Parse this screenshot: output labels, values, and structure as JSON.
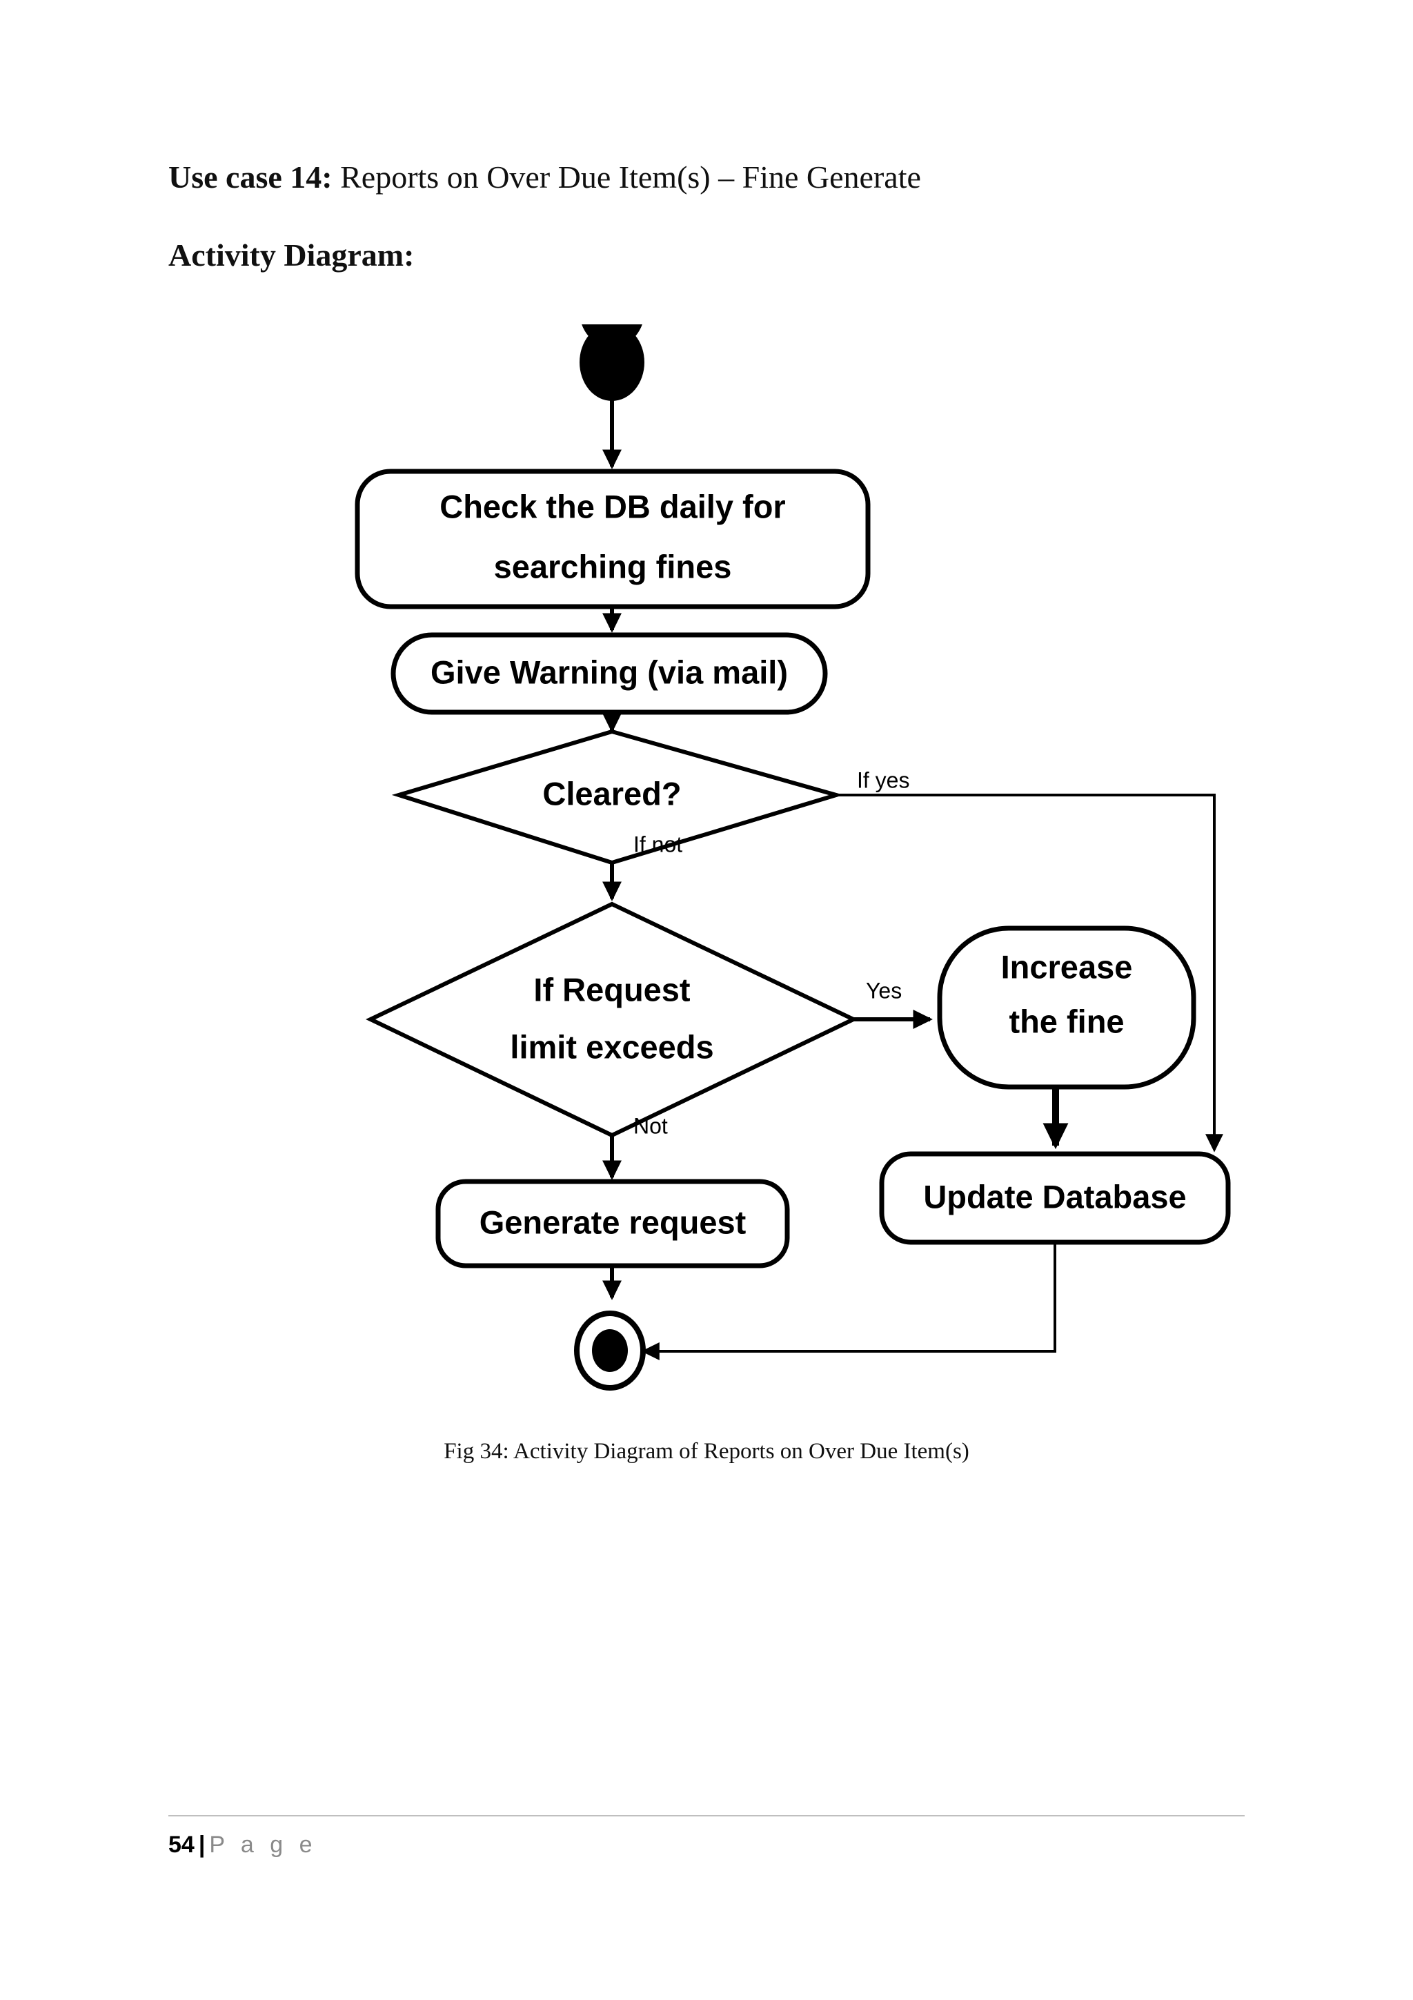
{
  "document": {
    "heading": {
      "usecase_label": "Use case 14:",
      "usecase_title": " Reports on Over Due Item(s) – Fine Generate",
      "section_label": "Activity Diagram:"
    },
    "figure": {
      "caption": "Fig 34: Activity Diagram of Reports on Over Due Item(s)"
    },
    "footer": {
      "page_number": "54",
      "separator": "|",
      "page_word": "P a g e"
    }
  },
  "diagram": {
    "type": "activity-diagram",
    "title": "Activity Diagram of Reports on Over Due Item(s)",
    "nodes": [
      {
        "id": "start",
        "kind": "initial-node",
        "label": ""
      },
      {
        "id": "check_db",
        "kind": "action",
        "label_line1": "Check the DB daily for",
        "label_line2": "searching fines"
      },
      {
        "id": "warning",
        "kind": "action",
        "label": "Give Warning (via mail)"
      },
      {
        "id": "cleared",
        "kind": "decision",
        "label": "Cleared?"
      },
      {
        "id": "req_limit",
        "kind": "decision",
        "label_line1": "If Request",
        "label_line2": "limit exceeds"
      },
      {
        "id": "increase",
        "kind": "action",
        "label_line1": "Increase",
        "label_line2": "the fine"
      },
      {
        "id": "generate",
        "kind": "action",
        "label": "Generate request"
      },
      {
        "id": "update_db",
        "kind": "action",
        "label": "Update Database"
      },
      {
        "id": "end",
        "kind": "final-node",
        "label": ""
      }
    ],
    "edges": [
      {
        "from": "start",
        "to": "check_db",
        "label": ""
      },
      {
        "from": "check_db",
        "to": "warning",
        "label": ""
      },
      {
        "from": "warning",
        "to": "cleared",
        "label": ""
      },
      {
        "from": "cleared",
        "to": "update_db",
        "label": "If yes"
      },
      {
        "from": "cleared",
        "to": "req_limit",
        "label": "If not"
      },
      {
        "from": "req_limit",
        "to": "increase",
        "label": "Yes"
      },
      {
        "from": "req_limit",
        "to": "generate",
        "label": "Not"
      },
      {
        "from": "increase",
        "to": "update_db",
        "label": ""
      },
      {
        "from": "generate",
        "to": "end",
        "label": ""
      },
      {
        "from": "update_db",
        "to": "end",
        "label": ""
      }
    ],
    "colors": {
      "stroke": "#000000",
      "fill": "#ffffff",
      "text": "#000000"
    }
  }
}
